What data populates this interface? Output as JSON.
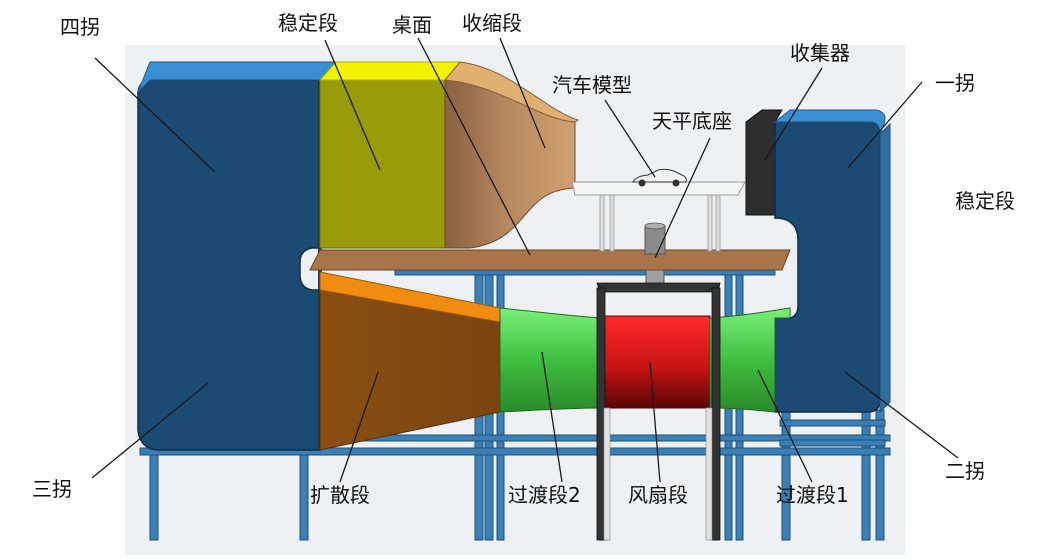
{
  "labels": {
    "si_guai": "四拐",
    "wen_ding_duan_top": "稳定段",
    "zhuo_mian": "桌面",
    "shou_suo_duan": "收缩段",
    "qi_che_mo_xing": "汽车模型",
    "tian_ping_di_zuo": "天平底座",
    "shou_ji_qi": "收集器",
    "yi_guai": "一拐",
    "wen_ding_duan_right": "稳定段",
    "san_guai": "三拐",
    "kuo_san_duan": "扩散段",
    "guo_du_duan_2": "过渡段2",
    "feng_shan_duan": "风扇段",
    "guo_du_duan_1": "过渡段1",
    "er_guai": "二拐"
  },
  "colors": {
    "duct_blue": "#1b4a73",
    "corner_cap_blue": "#3a8fd0",
    "stabilizer_olive": "#999a08",
    "stabilizer_cap_yellow": "#f2f200",
    "contraction_tan": "#a9785a",
    "table_brown": "#a8744a",
    "diffuser_brown": "#8a4e10",
    "diffuser_cap_orange": "#f08c10",
    "transition_green": "#44c444",
    "fan_red": "#d41818",
    "collector_dark": "#2e2e2e",
    "frame_steel": "#3a7fb5",
    "background_wall": "#eef1f4"
  }
}
